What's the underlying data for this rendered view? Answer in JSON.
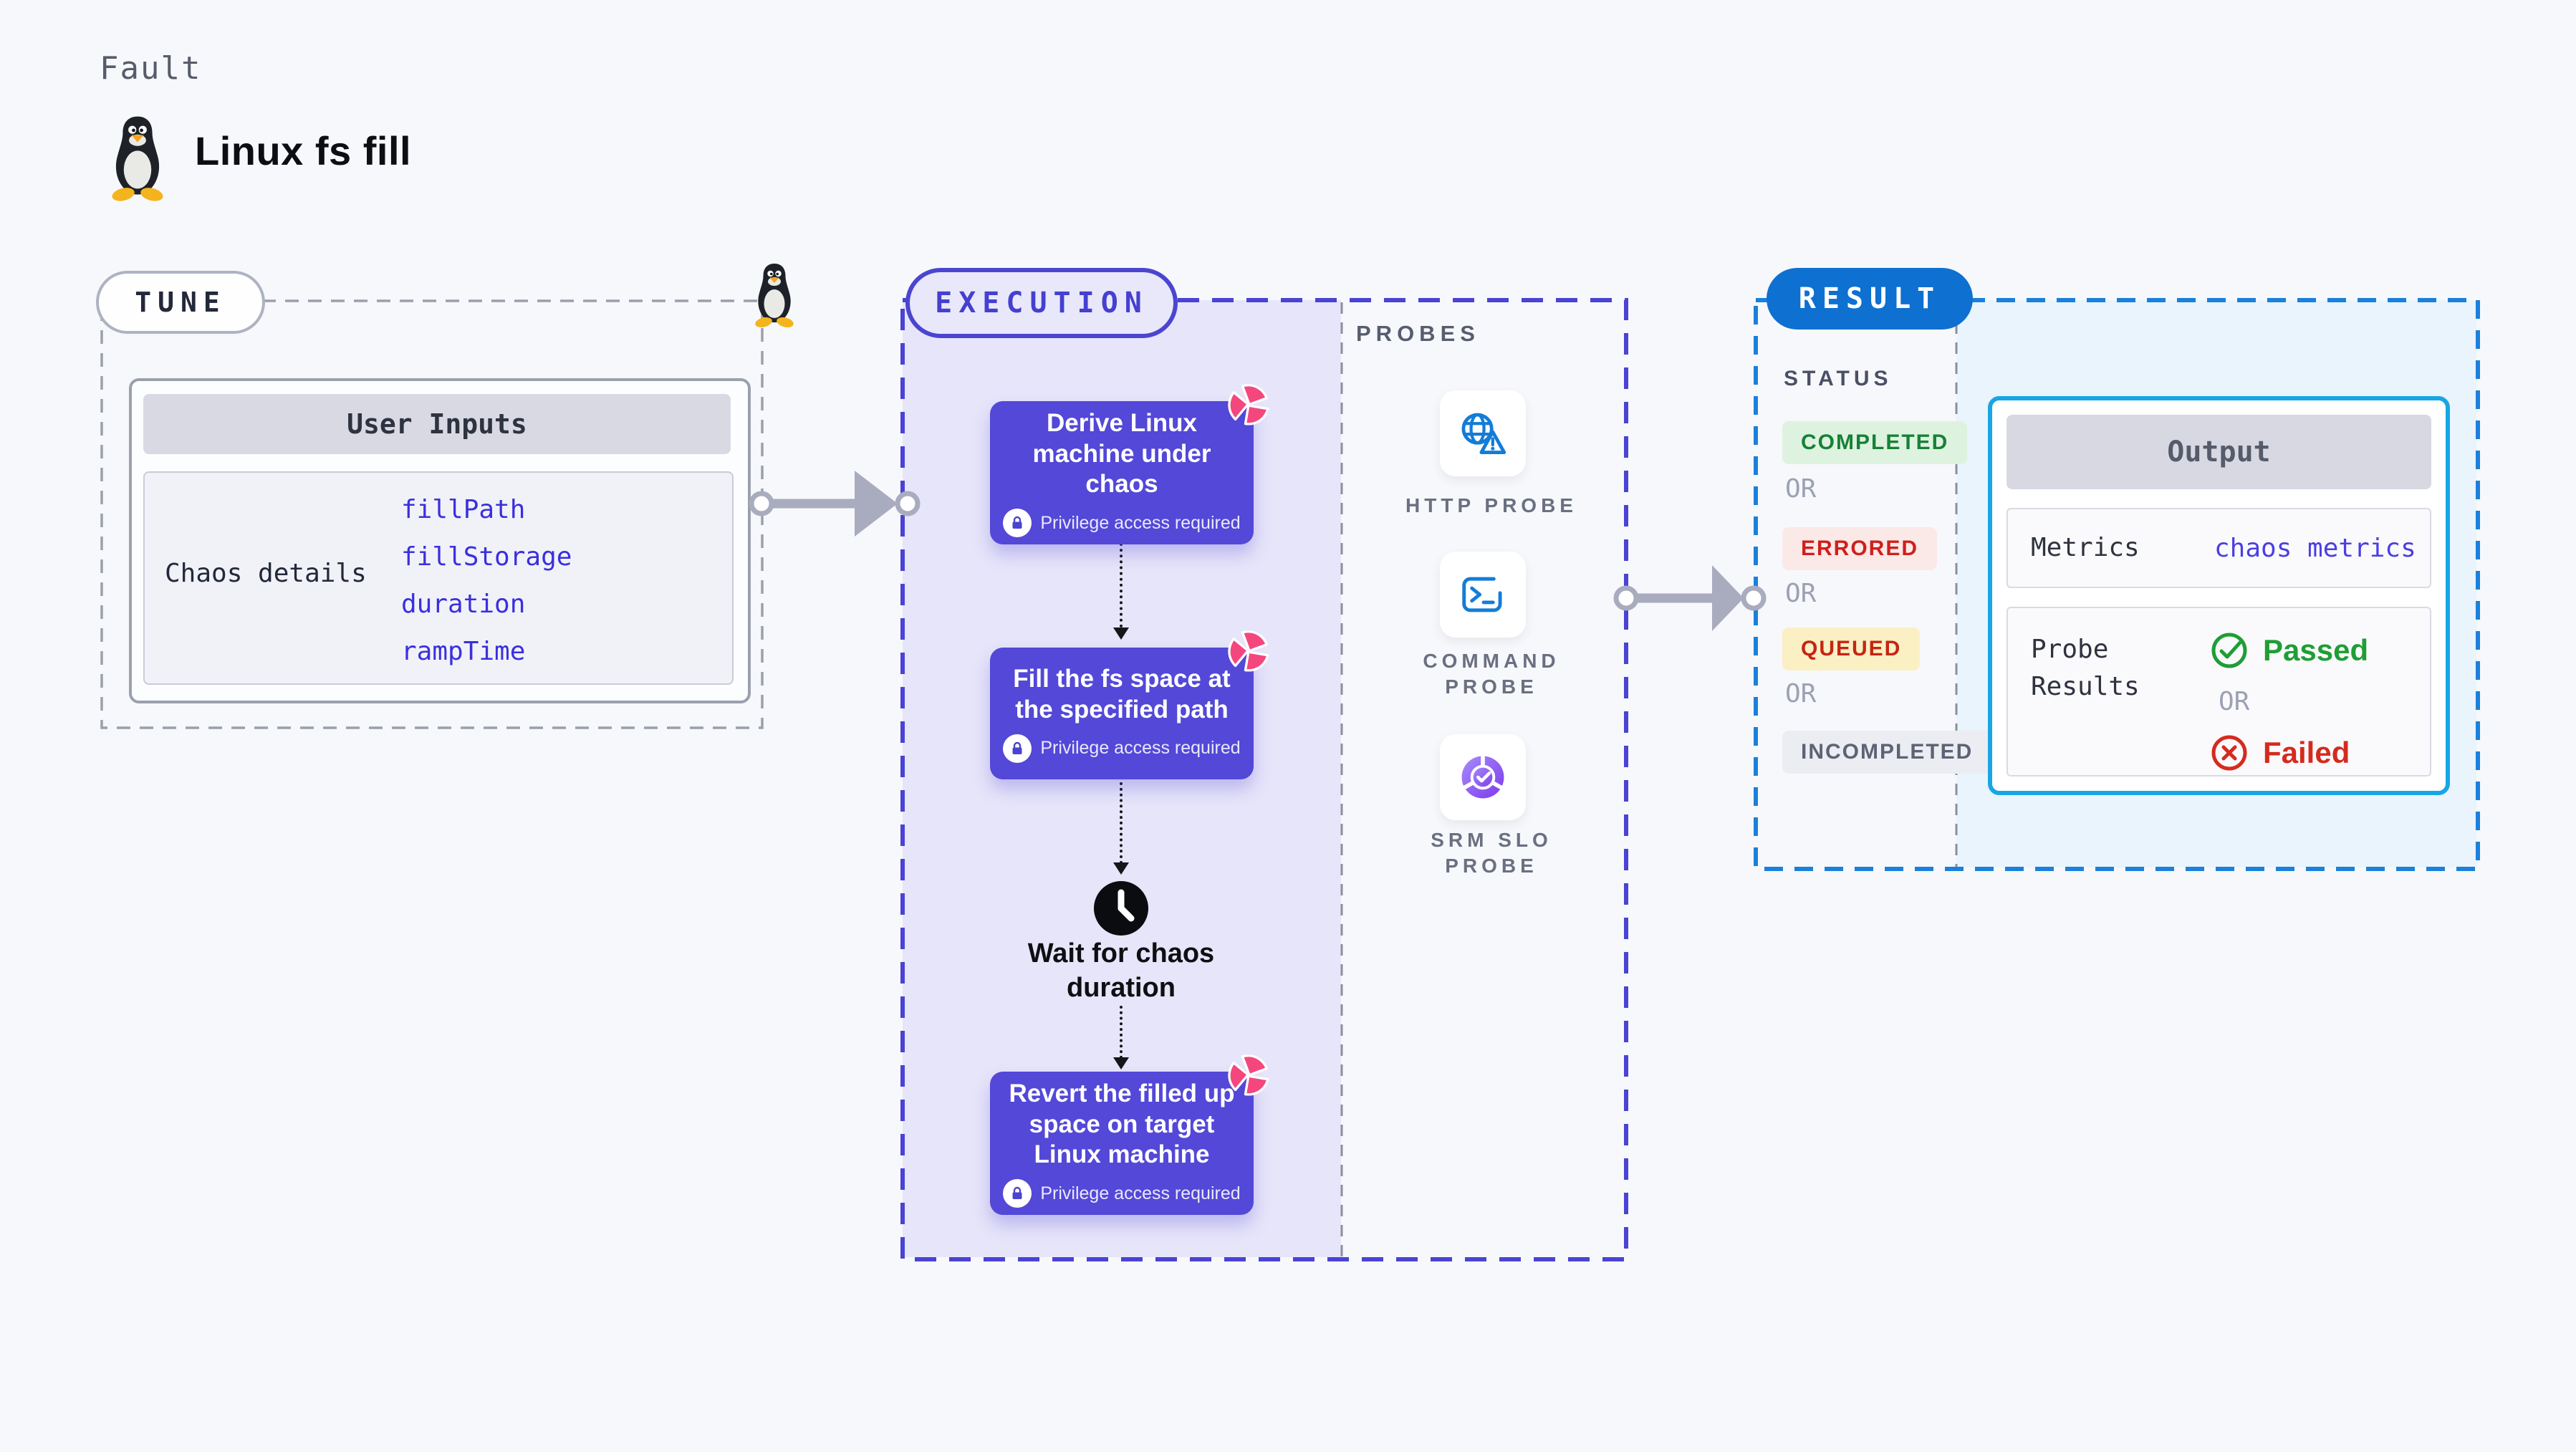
{
  "header": {
    "kicker": "Fault",
    "title": "Linux fs fill"
  },
  "tune": {
    "badge": "TUNE",
    "user_inputs_header": "User Inputs",
    "row_label": "Chaos details",
    "params": [
      "fillPath",
      "fillStorage",
      "duration",
      "rampTime"
    ]
  },
  "execution": {
    "badge": "EXECUTION",
    "steps": [
      {
        "title": "Derive Linux machine under chaos",
        "note": "Privilege access required"
      },
      {
        "title": "Fill the fs space at the specified path",
        "note": "Privilege access required"
      },
      {
        "title": "Revert the filled up space on target Linux machine",
        "note": "Privilege access required"
      }
    ],
    "wait_label": "Wait for chaos duration"
  },
  "probes": {
    "title": "PROBES",
    "items": [
      {
        "label": "HTTP PROBE",
        "icon": "globe-alert-icon"
      },
      {
        "label": "COMMAND PROBE",
        "icon": "terminal-icon"
      },
      {
        "label": "SRM SLO PROBE",
        "icon": "slo-donut-icon"
      }
    ]
  },
  "result": {
    "badge": "RESULT",
    "status_title": "STATUS",
    "or_label": "OR",
    "statuses": [
      {
        "label": "COMPLETED",
        "text_color": "#188038",
        "bg_color": "#DEF3DF"
      },
      {
        "label": "ERRORED",
        "text_color": "#CE201B",
        "bg_color": "#FBE9E8"
      },
      {
        "label": "QUEUED",
        "text_color": "#C52512",
        "bg_color": "#FBEFC4"
      },
      {
        "label": "INCOMPLETED",
        "text_color": "#5D6375",
        "bg_color": "#ECEDF3"
      }
    ],
    "output": {
      "header": "Output",
      "metrics_label": "Metrics",
      "metrics_value": "chaos metrics",
      "probe_results_label": "Probe Results",
      "passed_label": "Passed",
      "or_label": "OR",
      "failed_label": "Failed"
    }
  },
  "colors": {
    "page_bg": "#F7F8FB",
    "execution_accent": "#4A45D0",
    "execution_fill": "#E7E5F9",
    "node_purple": "#5348D8",
    "chaos_pink": "#F4477D",
    "result_accent": "#0E70D0",
    "result_dash": "#1B80DC",
    "result_fill": "#E9F4FC",
    "output_border": "#17A6E3",
    "param_blue": "#3B2FDE",
    "probe_blue": "#137CD8",
    "slo_purple": "#7C3AED",
    "passed_green": "#1E9E35",
    "failed_red": "#D52B1E",
    "gray_dash": "#9AA0AB"
  }
}
